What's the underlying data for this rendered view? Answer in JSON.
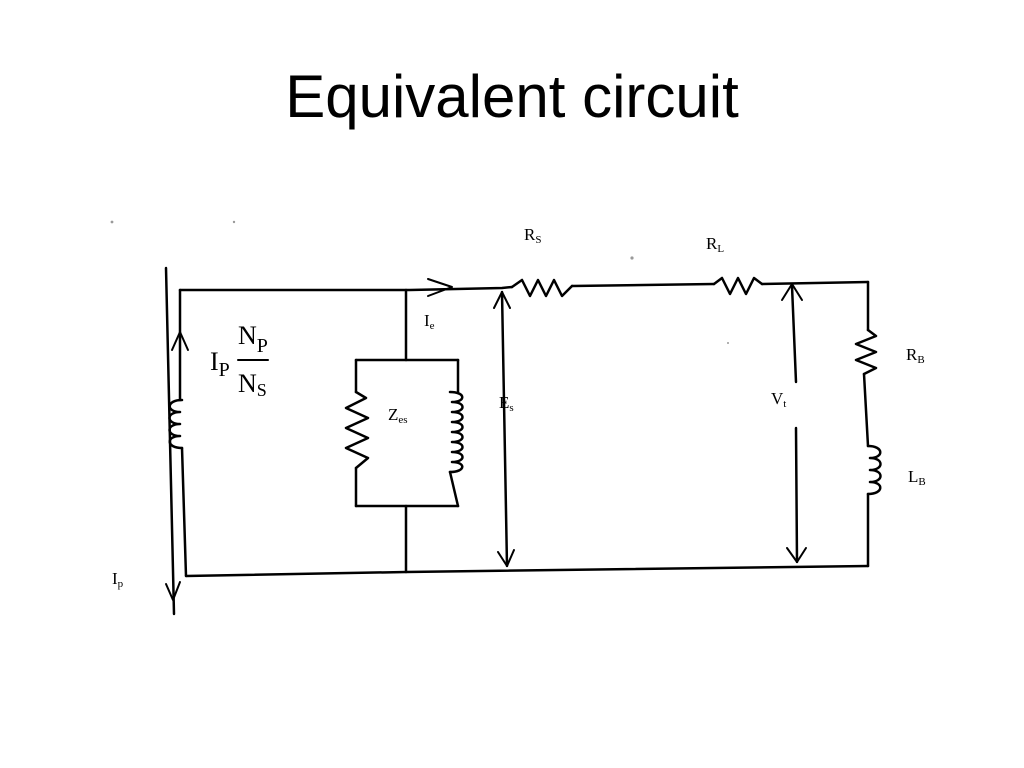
{
  "slide": {
    "title": "Equivalent circuit"
  },
  "labels": {
    "rs": {
      "main": "R",
      "sub": "S"
    },
    "rl": {
      "main": "R",
      "sub": "L"
    },
    "rb": {
      "main": "R",
      "sub": "B"
    },
    "lb": {
      "main": "L",
      "sub": "B"
    },
    "ie": {
      "main": "I",
      "sub": "e"
    },
    "es": {
      "main": "E",
      "sub": "s"
    },
    "vt": {
      "main": "V",
      "sub": "t"
    },
    "zes": {
      "main": "Z",
      "sub": "es"
    },
    "ip": {
      "main": "I",
      "sub": "p"
    },
    "source": {
      "current": "I",
      "current_sub": "P",
      "num": "N",
      "num_sub": "P",
      "den": "N",
      "den_sub": "S"
    }
  },
  "colors": {
    "ink": "#000000",
    "background": "#ffffff"
  }
}
